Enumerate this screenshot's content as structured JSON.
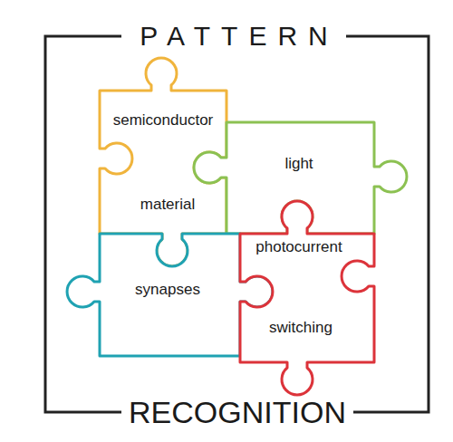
{
  "diagram": {
    "nodes": [
      {
        "text": [
          "PATTERN",
          "RECOGNITION"
        ]
      },
      {
        "text": [
          "semiconductor",
          "material"
        ],
        "in": 0
      },
      {
        "text": [
          "light"
        ],
        "in": 0
      },
      {
        "text": [
          "synapses"
        ],
        "in": 0
      },
      {
        "text": [
          "photocurrent",
          "switching"
        ],
        "in": 0
      }
    ]
  }
}
